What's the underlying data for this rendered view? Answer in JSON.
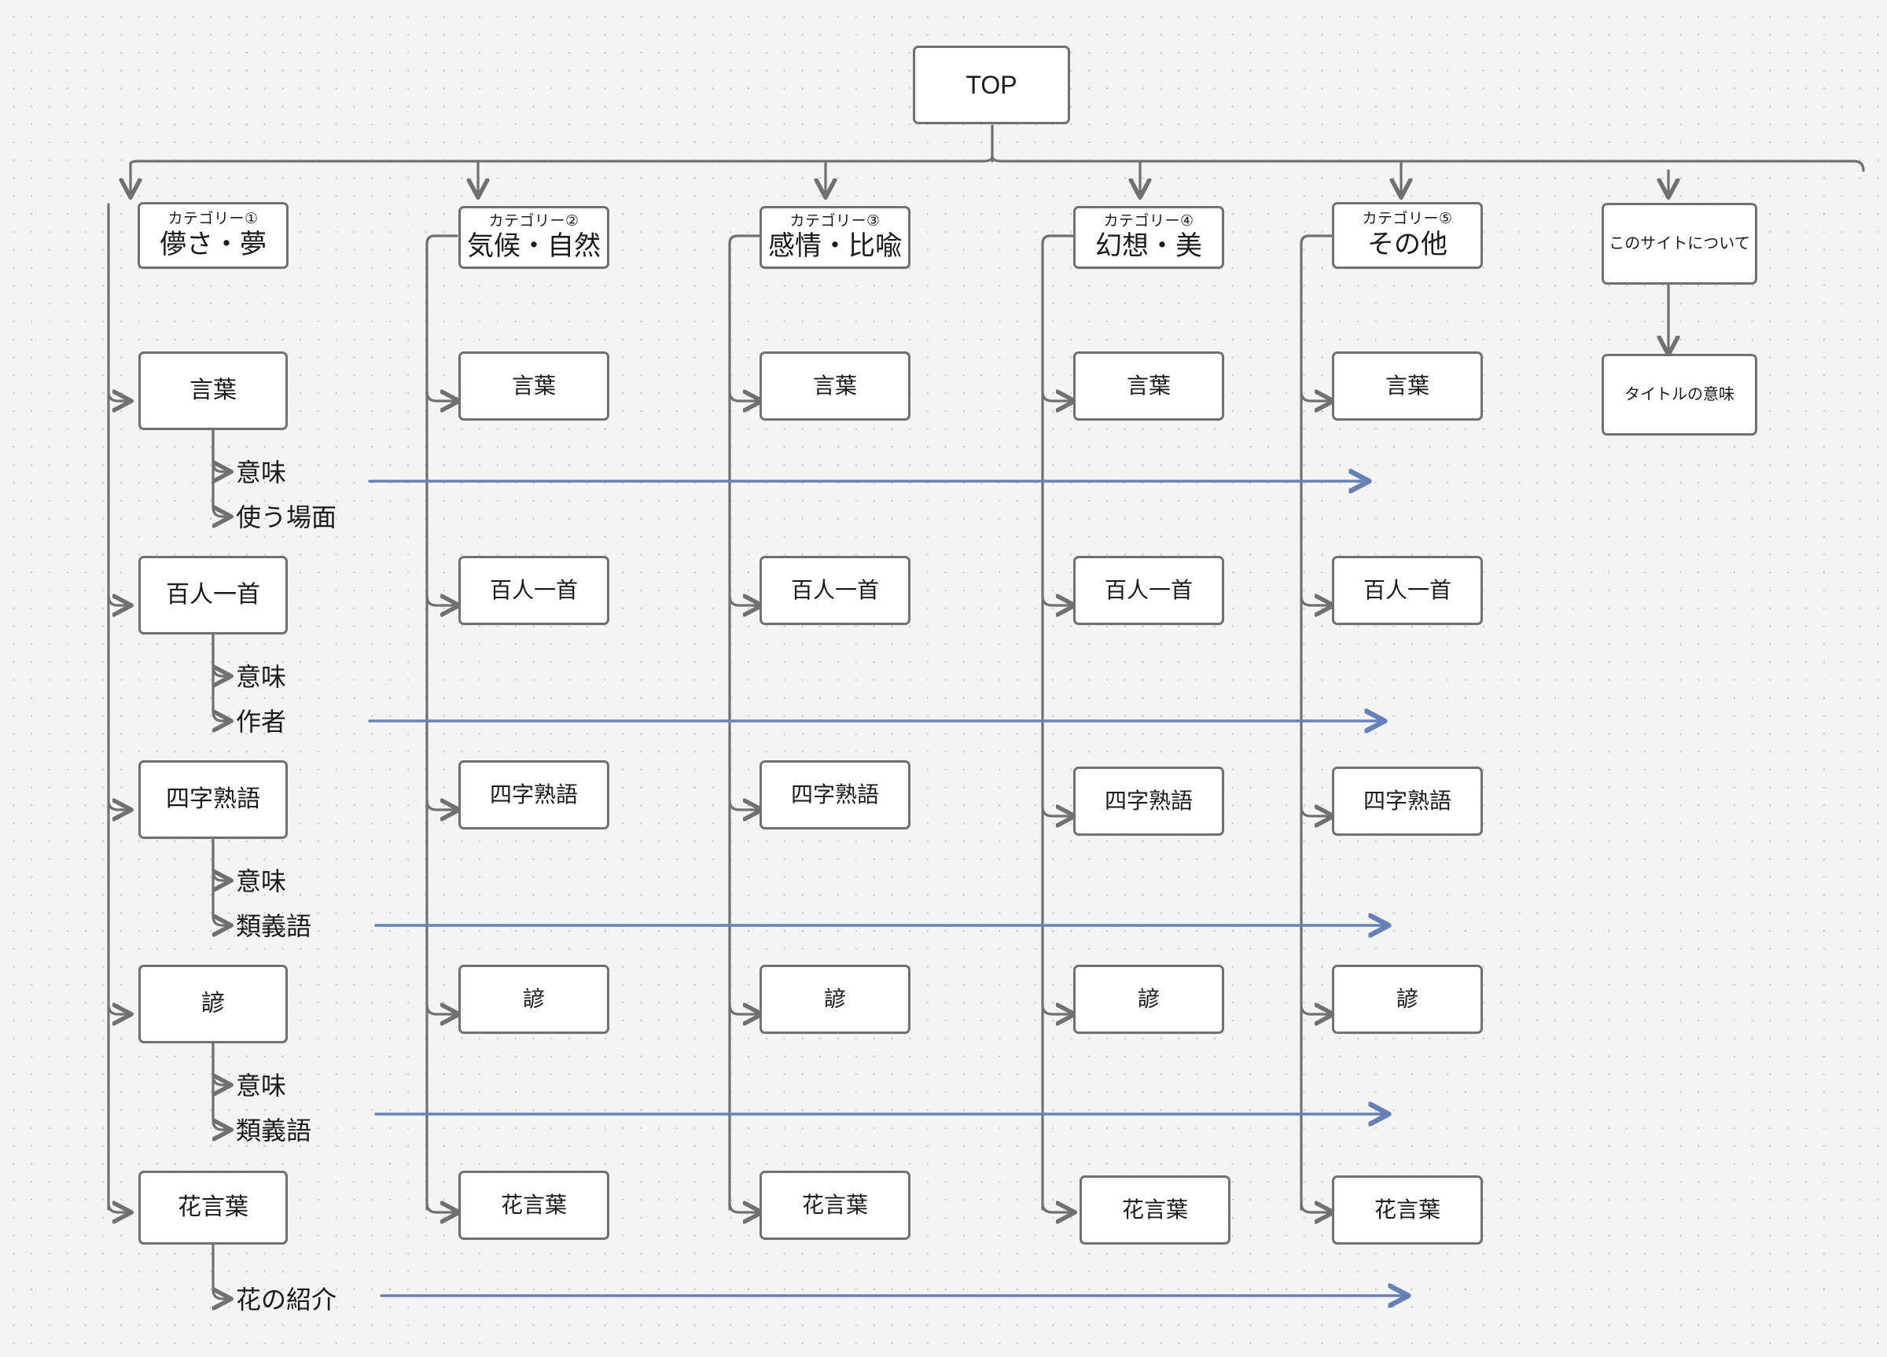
{
  "diagram": {
    "title_node": {
      "label": "TOP"
    },
    "about": {
      "label": "このサイトについて",
      "child_label": "タイトルの意味"
    },
    "categories": [
      {
        "index_label": "カテゴリー①",
        "name": "儚さ・夢"
      },
      {
        "index_label": "カテゴリー②",
        "name": "気候・自然"
      },
      {
        "index_label": "カテゴリー③",
        "name": "感情・比喩"
      },
      {
        "index_label": "カテゴリー④",
        "name": "幻想・美"
      },
      {
        "index_label": "カテゴリー⑤",
        "name": "その他"
      }
    ],
    "sections": [
      {
        "label": "言葉",
        "subs": [
          "意味",
          "使う場面"
        ]
      },
      {
        "label": "百人一首",
        "subs": [
          "意味",
          "作者"
        ]
      },
      {
        "label": "四字熟語",
        "subs": [
          "意味",
          "類義語"
        ]
      },
      {
        "label": "諺",
        "subs": [
          "意味",
          "類義語"
        ]
      },
      {
        "label": "花言葉",
        "subs": [
          "花の紹介"
        ]
      }
    ],
    "colors": {
      "background": "#f4f4f4",
      "dot": "#c9c9c9",
      "node_border": "#707070",
      "node_fill": "#ffffff",
      "connector": "#707070",
      "span_arrow": "#6880b8",
      "text": "#1a1a1a"
    }
  }
}
